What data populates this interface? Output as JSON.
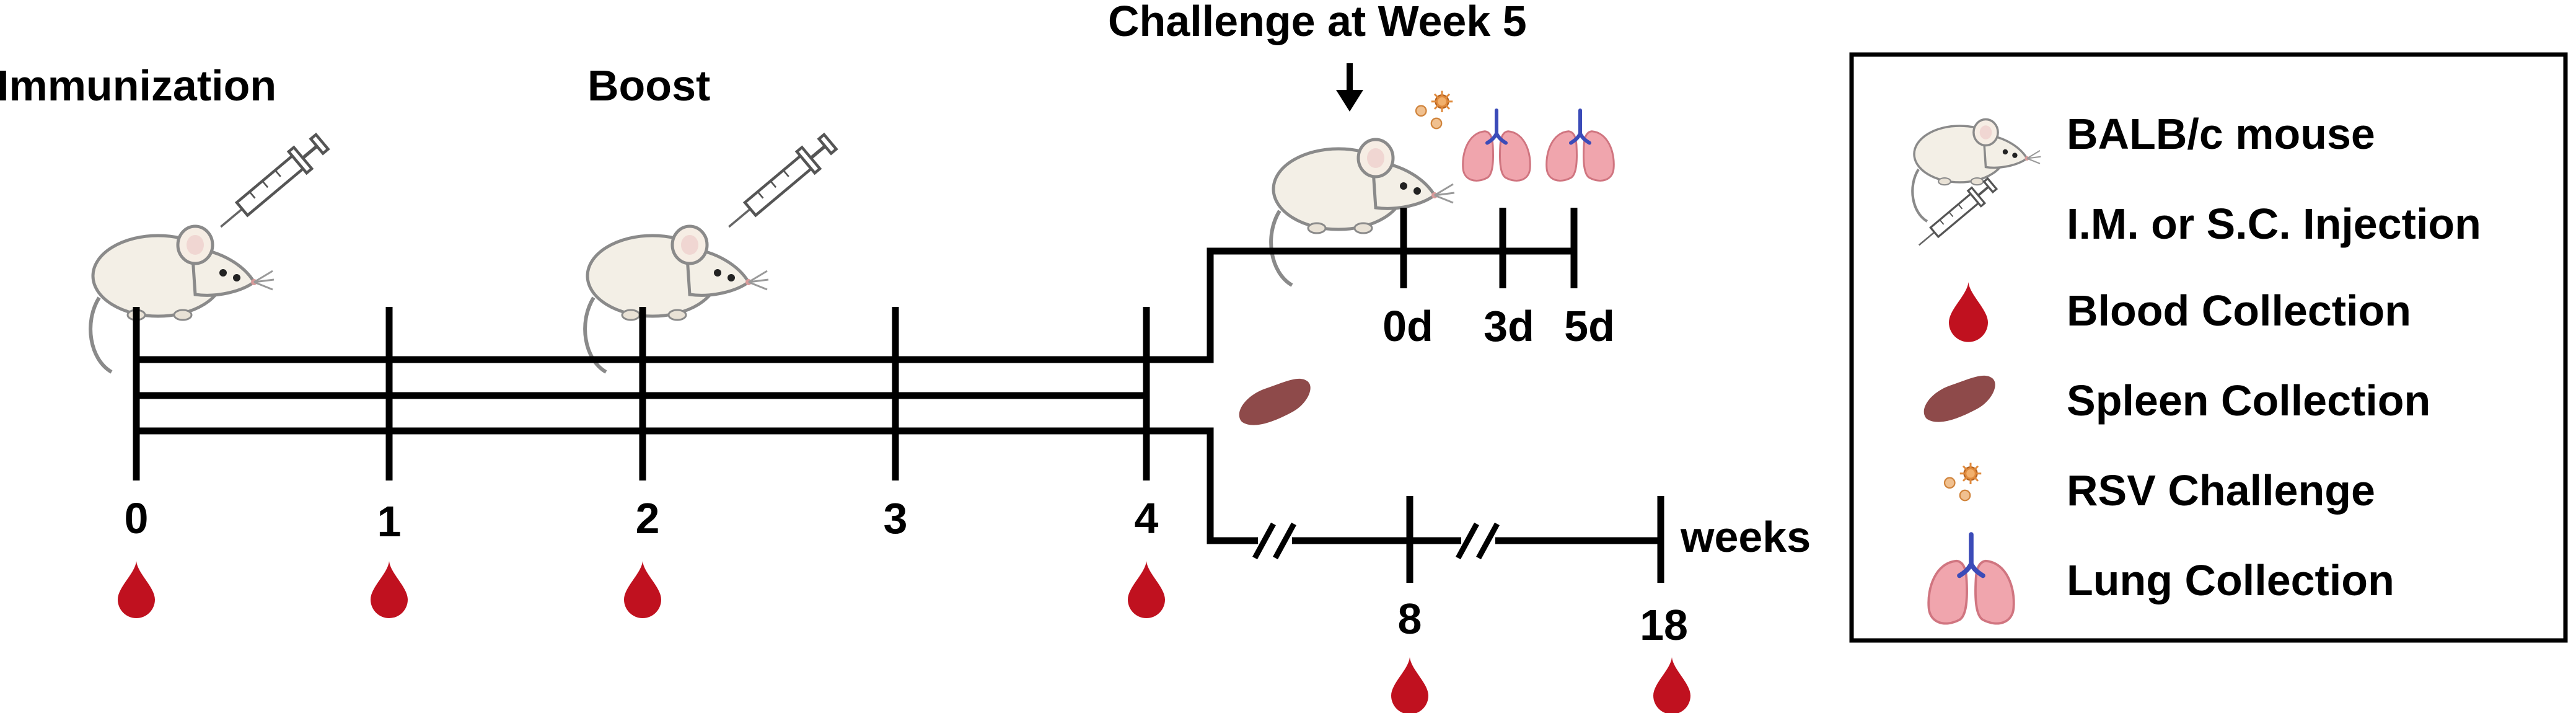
{
  "timeline": {
    "headings": {
      "immunization": "Immunization",
      "boost": "Boost",
      "challenge": "Challenge at Week 5"
    },
    "week_ticks": [
      "0",
      "1",
      "2",
      "3",
      "4"
    ],
    "challenge_days": [
      "0d",
      "3d",
      "5d"
    ],
    "late_weeks": [
      "8",
      "18"
    ],
    "unit_label": "weeks"
  },
  "legend": {
    "items": [
      {
        "icon": "mouse-icon",
        "label": "BALB/c mouse"
      },
      {
        "icon": "syringe-icon",
        "label": "I.M. or S.C. Injection"
      },
      {
        "icon": "blood-drop-icon",
        "label": "Blood Collection"
      },
      {
        "icon": "spleen-icon",
        "label": "Spleen Collection"
      },
      {
        "icon": "rsv-virus-icon",
        "label": "RSV Challenge"
      },
      {
        "icon": "lung-icon",
        "label": "Lung Collection"
      }
    ]
  },
  "colors": {
    "blood": "#c0111f",
    "spleen": "#8e4a4a",
    "lung": "#f0a5ad",
    "trachea": "#3b4bb8",
    "virus": "#e08a3c",
    "mouse_body": "#f3efe6",
    "line": "#000000"
  }
}
